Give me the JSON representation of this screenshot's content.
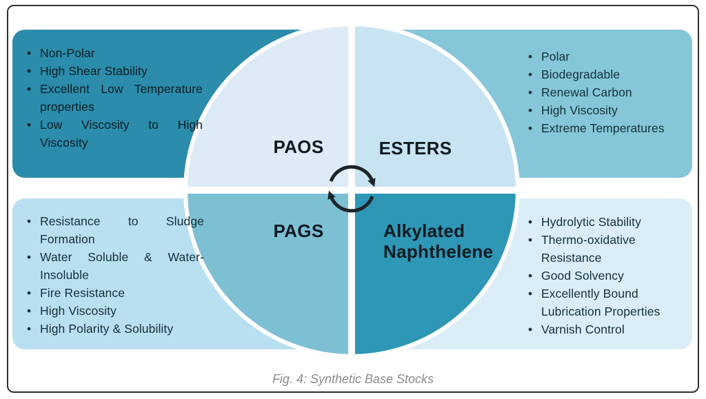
{
  "figure": {
    "caption": "Fig. 4: Synthetic Base Stocks"
  },
  "quadrants": {
    "top_left": {
      "label": "PAOS",
      "color": "#dcebf6"
    },
    "top_right": {
      "label": "ESTERS",
      "color": "#c8e4f2"
    },
    "bottom_left": {
      "label": "PAGS",
      "color": "#7dc0d4"
    },
    "bottom_right": {
      "label": "Alkylated Naphthelene",
      "lines": [
        "Alkylated",
        "Naphthelene"
      ],
      "color": "#2e97b5"
    }
  },
  "panels": {
    "top_left": {
      "color": "#2b8cab",
      "items": [
        "Non-Polar",
        "High Shear Stability",
        "Excellent Low Temperature properties",
        "Low Viscosity to High Viscosity"
      ]
    },
    "top_right": {
      "color": "#85c7d8",
      "items": [
        "Polar",
        "Biodegradable",
        "Renewal Carbon",
        "High Viscosity",
        "Extreme Temperatures"
      ]
    },
    "bottom_left": {
      "color": "#b9e0f1",
      "items": [
        "Resistance to Sludge Formation",
        "Water Soluble & Water-Insoluble",
        "Fire Resistance",
        "High Viscosity",
        "High Polarity & Solubility"
      ]
    },
    "bottom_right": {
      "color": "#dbeef8",
      "items": [
        "Hydrolytic Stability",
        "Thermo-oxidative Resistance",
        "Good Solvency",
        "Excellently Bound Lubrication Properties",
        "Varnish Control"
      ]
    }
  },
  "icons": {
    "center": "cycle-arrows-icon"
  },
  "accent_colors": {
    "arrow": "#1d2429",
    "ring": "#ffffff",
    "frame_border": "#2f2f2f",
    "caption_gray": "#8c8c8c"
  }
}
